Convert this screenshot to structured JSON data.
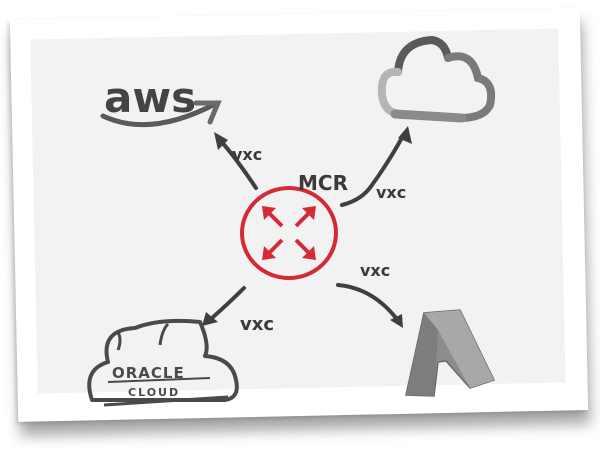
{
  "diagram": {
    "hub": {
      "label": "MCR",
      "icon": "router-arrows-icon",
      "color": "#d42a35"
    },
    "edge_label": "vxc",
    "nodes": [
      {
        "id": "aws",
        "label": "aws",
        "position": "top-left"
      },
      {
        "id": "cloud",
        "label": "",
        "position": "top-right",
        "icon": "cloud-icon"
      },
      {
        "id": "oracle",
        "label_line1": "ORACLE",
        "label_line2": "CLOUD",
        "position": "bottom-left"
      },
      {
        "id": "azure",
        "label": "",
        "position": "bottom-right",
        "icon": "azure-logo-icon"
      }
    ],
    "edges": [
      {
        "from": "mcr",
        "to": "aws",
        "label": "vxc"
      },
      {
        "from": "mcr",
        "to": "cloud",
        "label": "vxc"
      },
      {
        "from": "mcr",
        "to": "oracle",
        "label": "vxc"
      },
      {
        "from": "mcr",
        "to": "azure",
        "label": "vxc"
      }
    ]
  },
  "colors": {
    "ink": "#454545",
    "hub_red": "#d42a35",
    "paper": "#f2f2f2"
  }
}
